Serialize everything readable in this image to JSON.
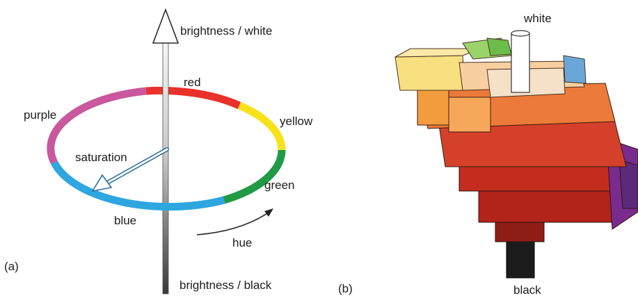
{
  "panel_a": {
    "caption": "(a)",
    "axis_top_label": "brightness / white",
    "axis_bottom_label": "brightness /  black",
    "saturation_label": "saturation",
    "hue_label": "hue",
    "hues": [
      {
        "label": "red",
        "color": "#e8312b"
      },
      {
        "label": "yellow",
        "color": "#f7e21a"
      },
      {
        "label": "green",
        "color": "#1f9a45"
      },
      {
        "label": "blue",
        "color": "#2ea6df"
      },
      {
        "label": "purple",
        "color": "#c9589f"
      }
    ]
  },
  "panel_b": {
    "caption": "(b)",
    "top_label": "white",
    "bottom_label": "black"
  }
}
